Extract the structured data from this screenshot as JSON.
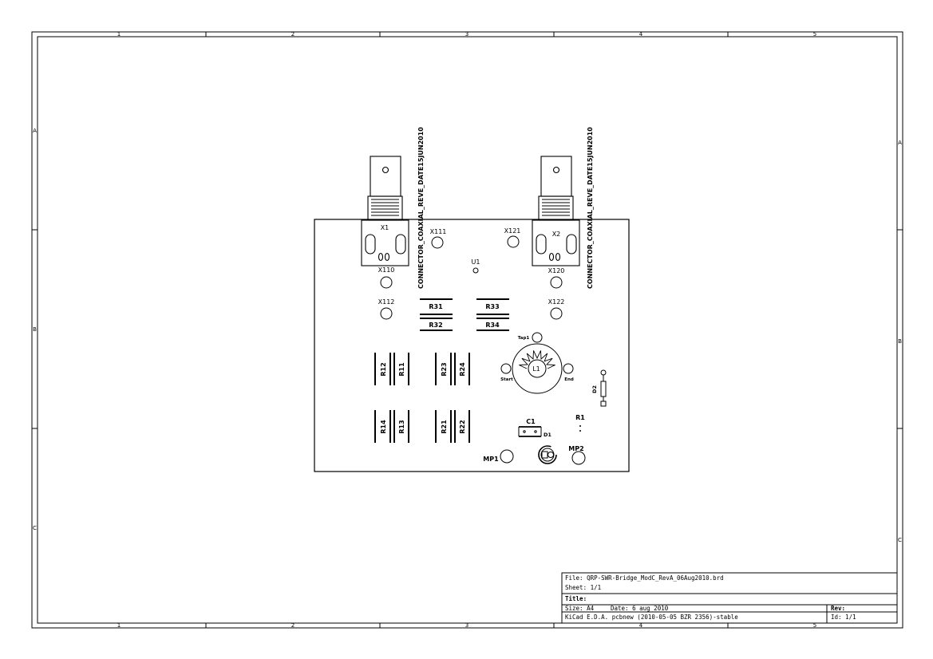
{
  "sheet": {
    "columns": [
      "1",
      "2",
      "3",
      "4",
      "5"
    ],
    "rows": [
      "A",
      "B",
      "C"
    ]
  },
  "board": {
    "connectors": [
      {
        "ref": "X1",
        "value": "CONNECTOR_COAXIAL_REVE_DATE15JUN2010"
      },
      {
        "ref": "X2",
        "value": "CONNECTOR_COAXIAL_REVE_DATE15JUN2010"
      }
    ],
    "testpoints": [
      "X111",
      "X121",
      "X110",
      "X120",
      "X112",
      "X122"
    ],
    "ic": "U1",
    "resistors_h": [
      "R31",
      "R33",
      "R32",
      "R34"
    ],
    "resistors_v": [
      "R12",
      "R11",
      "R23",
      "R24",
      "R14",
      "R13",
      "R21",
      "R22"
    ],
    "toroid": {
      "ref": "L1",
      "tap_label": "Tap1",
      "start_label": "Start",
      "end_label": "End"
    },
    "d2": "D2",
    "c1": "C1",
    "d1": "D1",
    "r1": "R1",
    "mp1": "MP1",
    "mp2": "MP2"
  },
  "titleblock": {
    "file": "File: QRP-SWR-Bridge_ModC_RevA_06Aug2010.brd",
    "sheet": "Sheet: 1/1",
    "title": "Title:",
    "size": "Size: A4",
    "date": "Date: 6 aug 2010",
    "rev": "Rev:",
    "app": "KiCad E.D.A.  pcbnew (2010-05-05 BZR 2356)-stable",
    "id": "Id: 1/1"
  }
}
